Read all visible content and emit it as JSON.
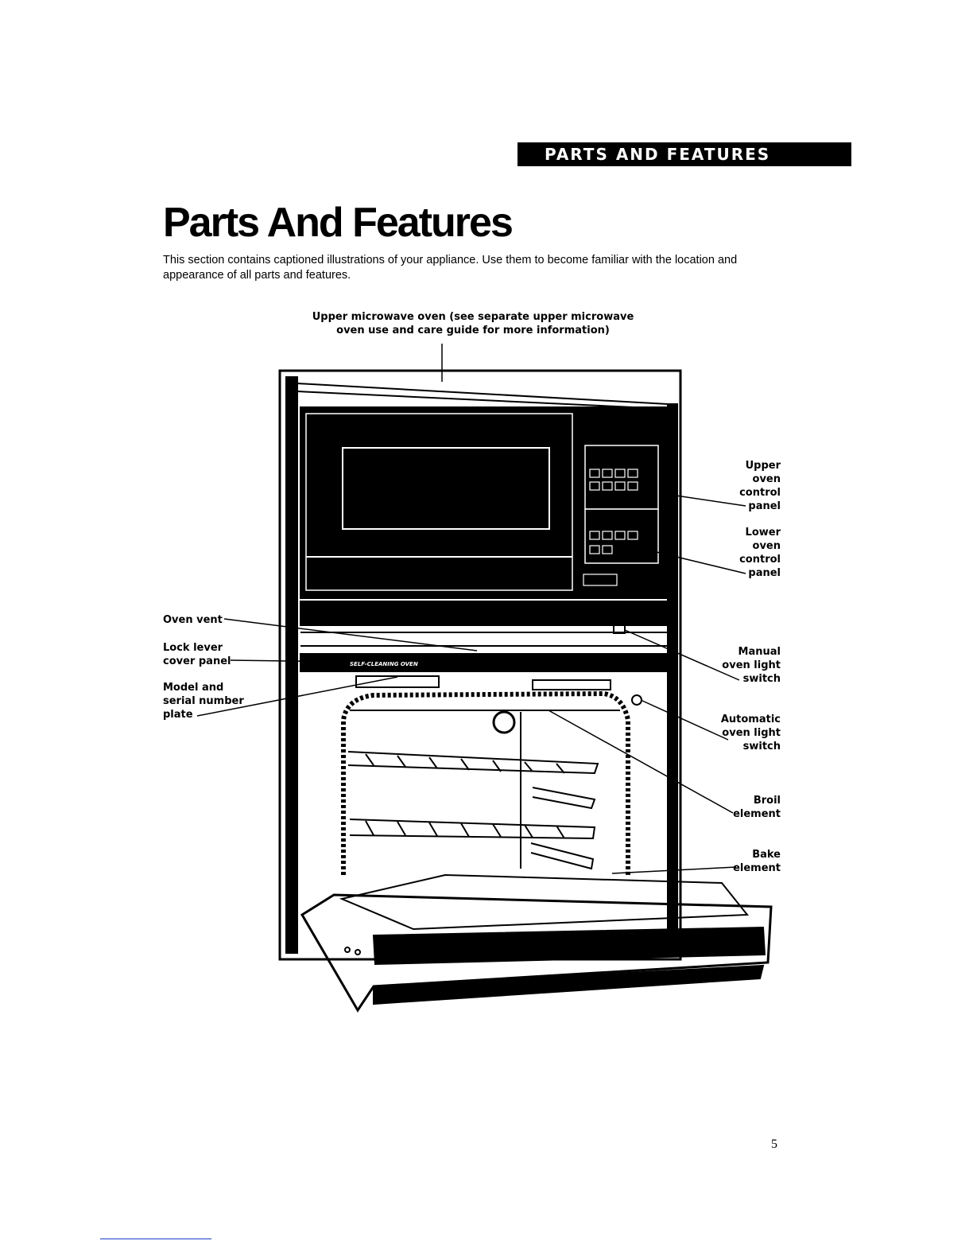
{
  "header": {
    "banner": "PARTS AND FEATURES"
  },
  "title": "Parts And Features",
  "intro": "This section contains captioned illustrations of your appliance. Use them to become familiar with the location and appearance of all parts and features.",
  "labels": {
    "top": "Upper microwave oven (see separate upper microwave\noven use and care guide for more information)",
    "upper_panel": "Upper\noven\ncontrol\npanel",
    "lower_panel": "Lower\noven\ncontrol\npanel",
    "oven_vent": "Oven vent",
    "lock_lever": "Lock lever\ncover panel",
    "model_plate": "Model and\nserial number\nplate",
    "manual_light": "Manual\noven light\nswitch",
    "auto_light": "Automatic\noven light\nswitch",
    "broil": "Broil\nelement",
    "bake": "Bake\nelement"
  },
  "nameplate": "SELF-CLEANING OVEN",
  "page_number": "5"
}
